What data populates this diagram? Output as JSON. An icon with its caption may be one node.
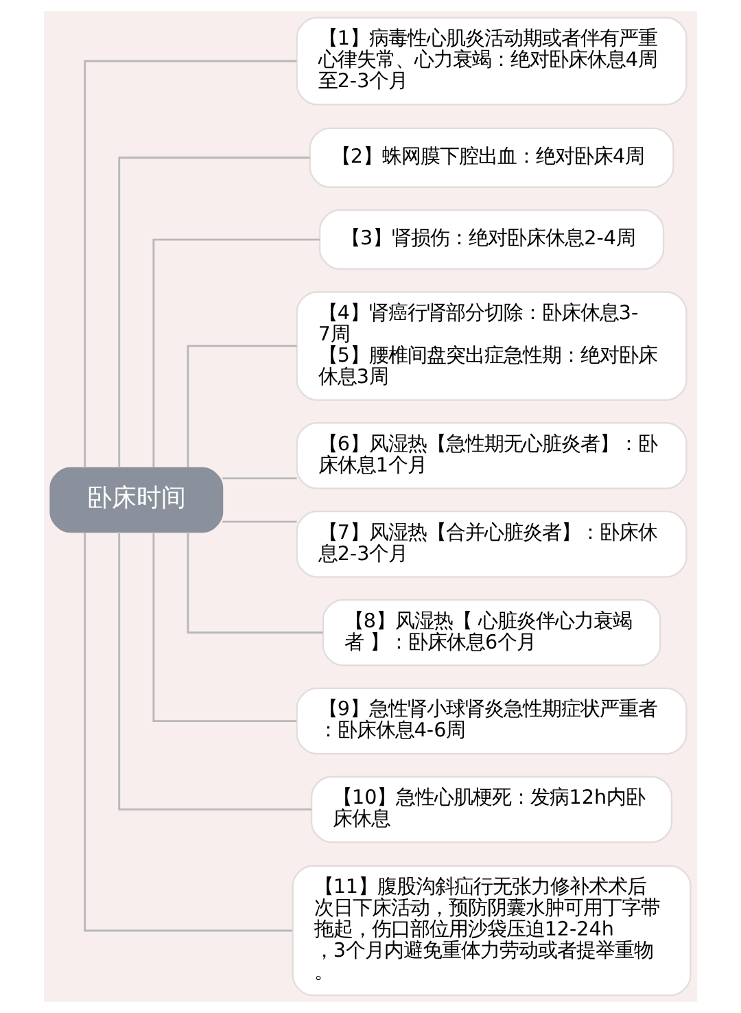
{
  "diagram": {
    "nodes": [
      {
        "text": [
          "卧床时间"
        ]
      },
      {
        "text": [
          "【1】病毒性心肌炎活动期或者伴有严重心律失常、心力衰竭：绝对卧床休息4周至2-3个月"
        ]
      },
      {
        "text": [
          "【2】蛛网膜下腔出血：绝对卧床4周"
        ]
      },
      {
        "text": [
          "【3】肾损伤：绝对卧床休息2-4周"
        ]
      },
      {
        "text": [
          "【4】肾癌行肾部分切除：卧床休息3-7周",
          "【5】腰椎间盘突出症急性期：绝对卧床休息3周"
        ]
      },
      {
        "text": [
          "【6】风湿热【急性期无心脏炎者】：卧床休息1个月"
        ]
      },
      {
        "text": [
          "【7】风湿热【合并心脏炎者】：卧床休息2-3个月"
        ]
      },
      {
        "text": [
          "【8】风湿热【 心脏炎伴心力衰竭者 】：卧床休息6个月"
        ]
      },
      {
        "text": [
          "【9】急性肾小球肾炎急性期症状严重者：卧床休息4-6周"
        ]
      },
      {
        "text": [
          "【10】急性心肌梗死：发病12h内卧床休息"
        ]
      },
      {
        "text": [
          "【11】腹股沟斜疝行无张力修补术术后次日下床活动，预防阴囊水肿可用丁字带拖起，伤口部位用沙袋压迫12-24h，3个月内避免重体力劳动或者提举重物。"
        ]
      }
    ],
    "edges": [
      {
        "from": 0,
        "to": 1,
        "arrow": "none"
      },
      {
        "from": 0,
        "to": 2,
        "arrow": "none"
      },
      {
        "from": 0,
        "to": 3,
        "arrow": "none"
      },
      {
        "from": 0,
        "to": 4,
        "arrow": "none"
      },
      {
        "from": 0,
        "to": 5,
        "arrow": "none"
      },
      {
        "from": 0,
        "to": 6,
        "arrow": "none"
      },
      {
        "from": 0,
        "to": 7,
        "arrow": "none"
      },
      {
        "from": 0,
        "to": 8,
        "arrow": "none"
      },
      {
        "from": 0,
        "to": 9,
        "arrow": "none"
      },
      {
        "from": 0,
        "to": 10,
        "arrow": "none"
      }
    ]
  }
}
